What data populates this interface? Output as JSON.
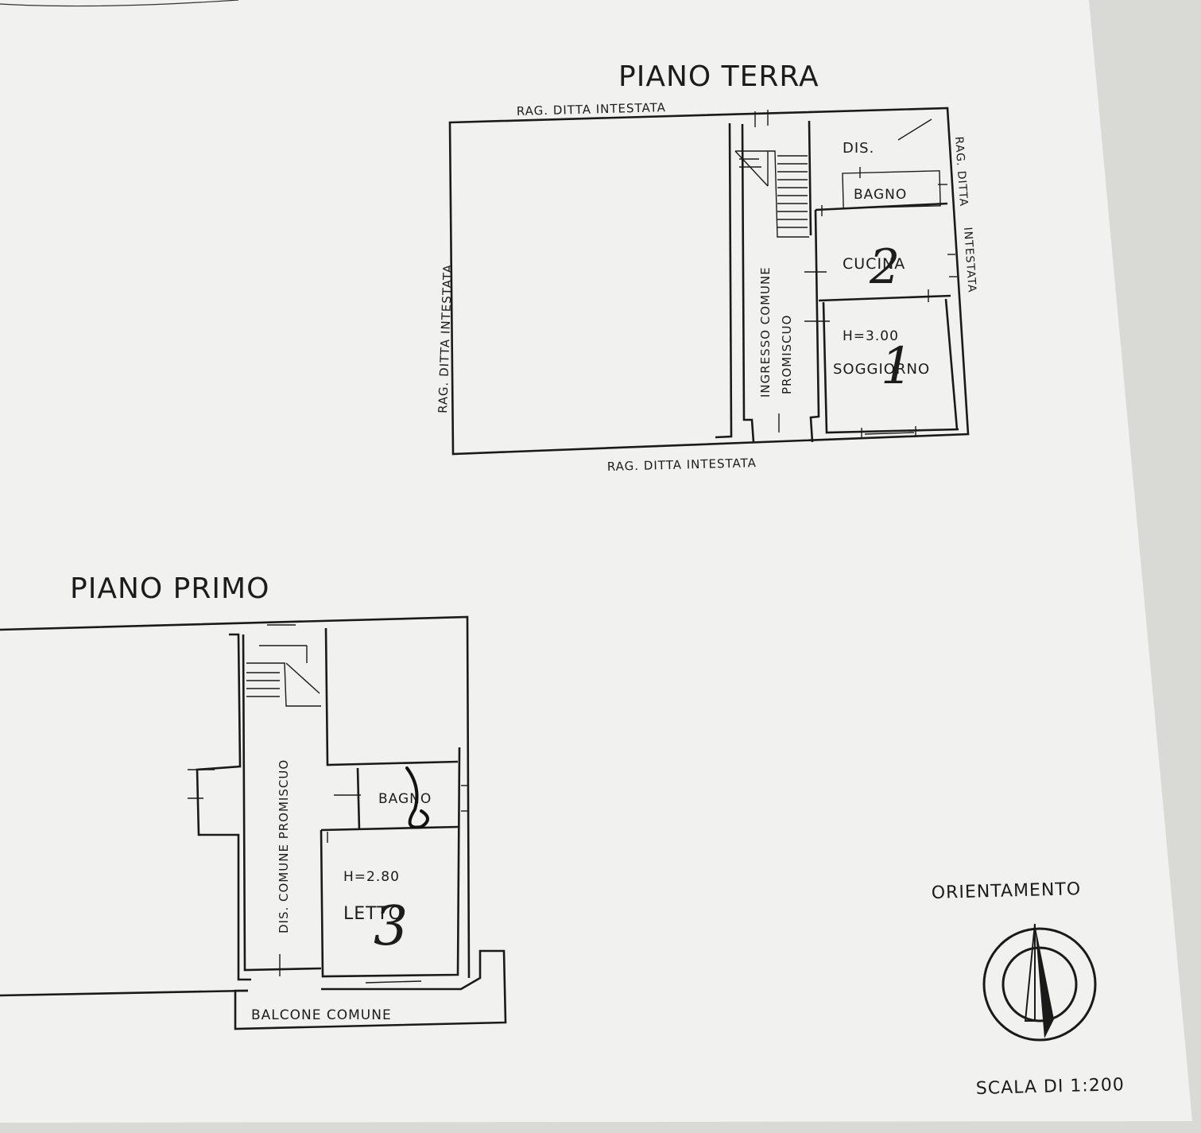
{
  "ground_floor": {
    "title": "PIANO TERRA",
    "label_top": "RAG. DITTA INTESTATA",
    "label_left": "RAG. DITTA INTESTATA",
    "label_bottom": "RAG. DITTA INTESTATA",
    "label_right_1": "RAG. DITTA",
    "label_right_2": "INTESTATA",
    "rooms": {
      "entrance_1": "INGRESSO COMUNE",
      "entrance_2": "PROMISCUO",
      "dis": "DIS.",
      "bagno": "BAGNO",
      "cucina": "CUCINA",
      "height": "H=3.00",
      "soggiorno": "SOGGIORNO"
    },
    "handwritten": {
      "cucina": "2",
      "soggiorno": "1"
    }
  },
  "first_floor": {
    "title": "PIANO PRIMO",
    "rooms": {
      "corridor": "DIS. COMUNE PROMISCUO",
      "bagno": "BAGNO",
      "height": "H=2.80",
      "letto": "LETTO",
      "balcone": "BALCONE COMUNE"
    },
    "handwritten": {
      "letto": "3"
    }
  },
  "orientation": {
    "label": "ORIENTAMENTO",
    "icon": "north-arrow-icon"
  },
  "scale": {
    "label": "SCALA DI 1:200"
  }
}
